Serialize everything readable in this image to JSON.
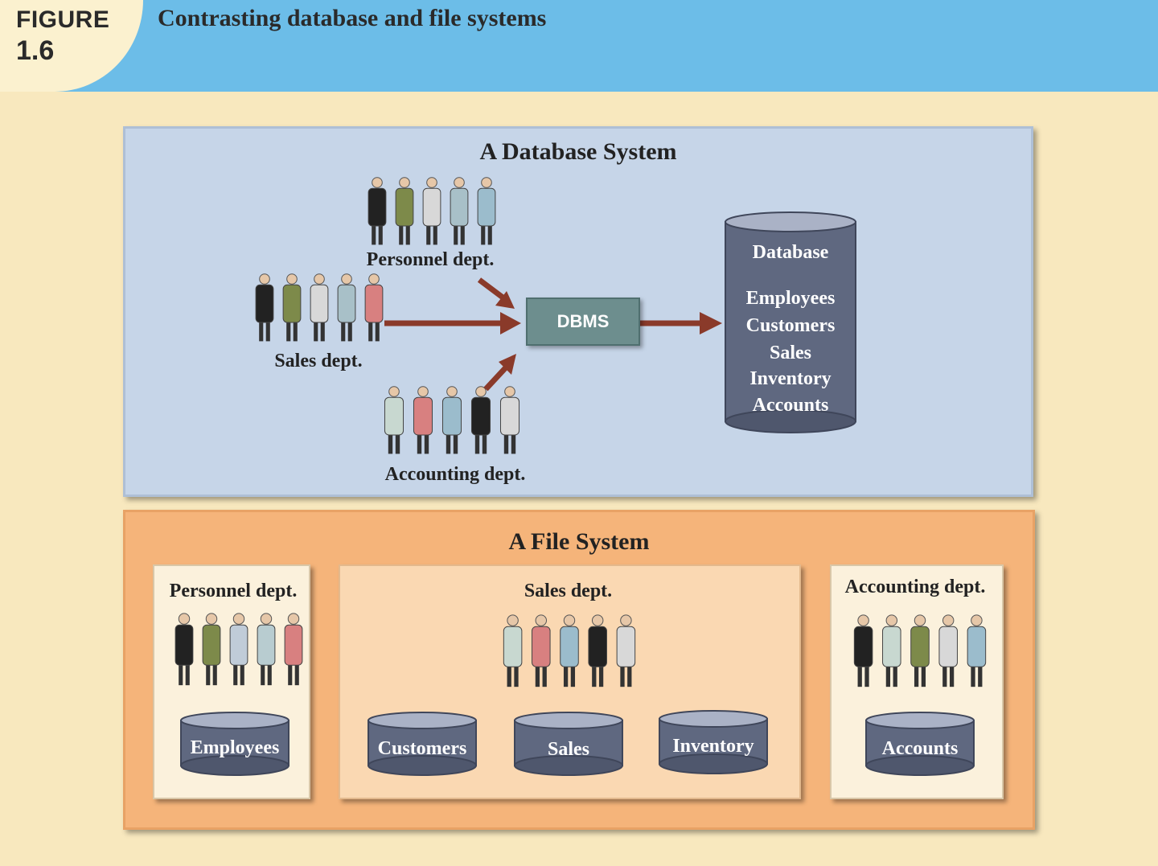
{
  "header": {
    "figure_label": "FIGURE",
    "figure_number": "1.6",
    "title": "Contrasting database and file systems"
  },
  "database_system": {
    "title": "A Database System",
    "groups": {
      "personnel": "Personnel dept.",
      "sales": "Sales dept.",
      "accounting": "Accounting dept."
    },
    "dbms_label": "DBMS",
    "database": {
      "title": "Database",
      "items": [
        "Employees",
        "Customers",
        "Sales",
        "Inventory",
        "Accounts"
      ]
    }
  },
  "file_system": {
    "title": "A File System",
    "departments": [
      {
        "label": "Personnel dept.",
        "files": [
          "Employees"
        ]
      },
      {
        "label": "Sales dept.",
        "files": [
          "Customers",
          "Sales",
          "Inventory"
        ]
      },
      {
        "label": "Accounting dept.",
        "files": [
          "Accounts"
        ]
      }
    ]
  },
  "colors": {
    "header_blue": "#6cbde8",
    "page_background": "#f8e8be",
    "database_panel": "#c6d5e8",
    "file_panel": "#f5b47a",
    "cylinder": "#5f6880",
    "arrow": "#8a3a2a",
    "dbms_box": "#6d8e8e"
  }
}
